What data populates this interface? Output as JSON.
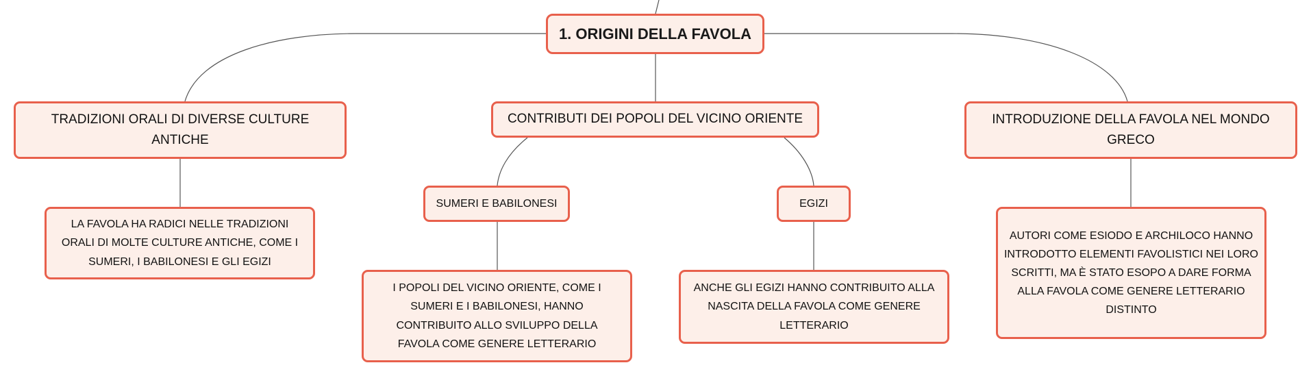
{
  "diagram": {
    "root": {
      "label": "1. ORIGINI DELLA FAVOLA"
    },
    "branches": [
      {
        "label": "TRADIZIONI ORALI DI DIVERSE CULTURE ANTICHE",
        "detail": "LA FAVOLA HA RADICI NELLE TRADIZIONI ORALI DI MOLTE CULTURE ANTICHE, COME I SUMERI, I BABILONESI E GLI EGIZI"
      },
      {
        "label": "CONTRIBUTI DEI POPOLI DEL VICINO ORIENTE",
        "children": [
          {
            "label": "SUMERI E BABILONESI",
            "detail": "I POPOLI DEL VICINO ORIENTE, COME I SUMERI E I BABILONESI, HANNO CONTRIBUITO ALLO SVILUPPO DELLA FAVOLA COME GENERE LETTERARIO"
          },
          {
            "label": "EGIZI",
            "detail": "ANCHE GLI EGIZI HANNO CONTRIBUITO ALLA NASCITA DELLA FAVOLA COME GENERE LETTERARIO"
          }
        ]
      },
      {
        "label": "INTRODUZIONE DELLA FAVOLA NEL MONDO GRECO",
        "detail": "AUTORI COME ESIODO E ARCHILOCO HANNO INTRODOTTO ELEMENTI FAVOLISTICI NEI LORO SCRITTI, MA È STATO ESOPO A DARE FORMA ALLA FAVOLA COME GENERE LETTERARIO DISTINTO"
      }
    ]
  }
}
